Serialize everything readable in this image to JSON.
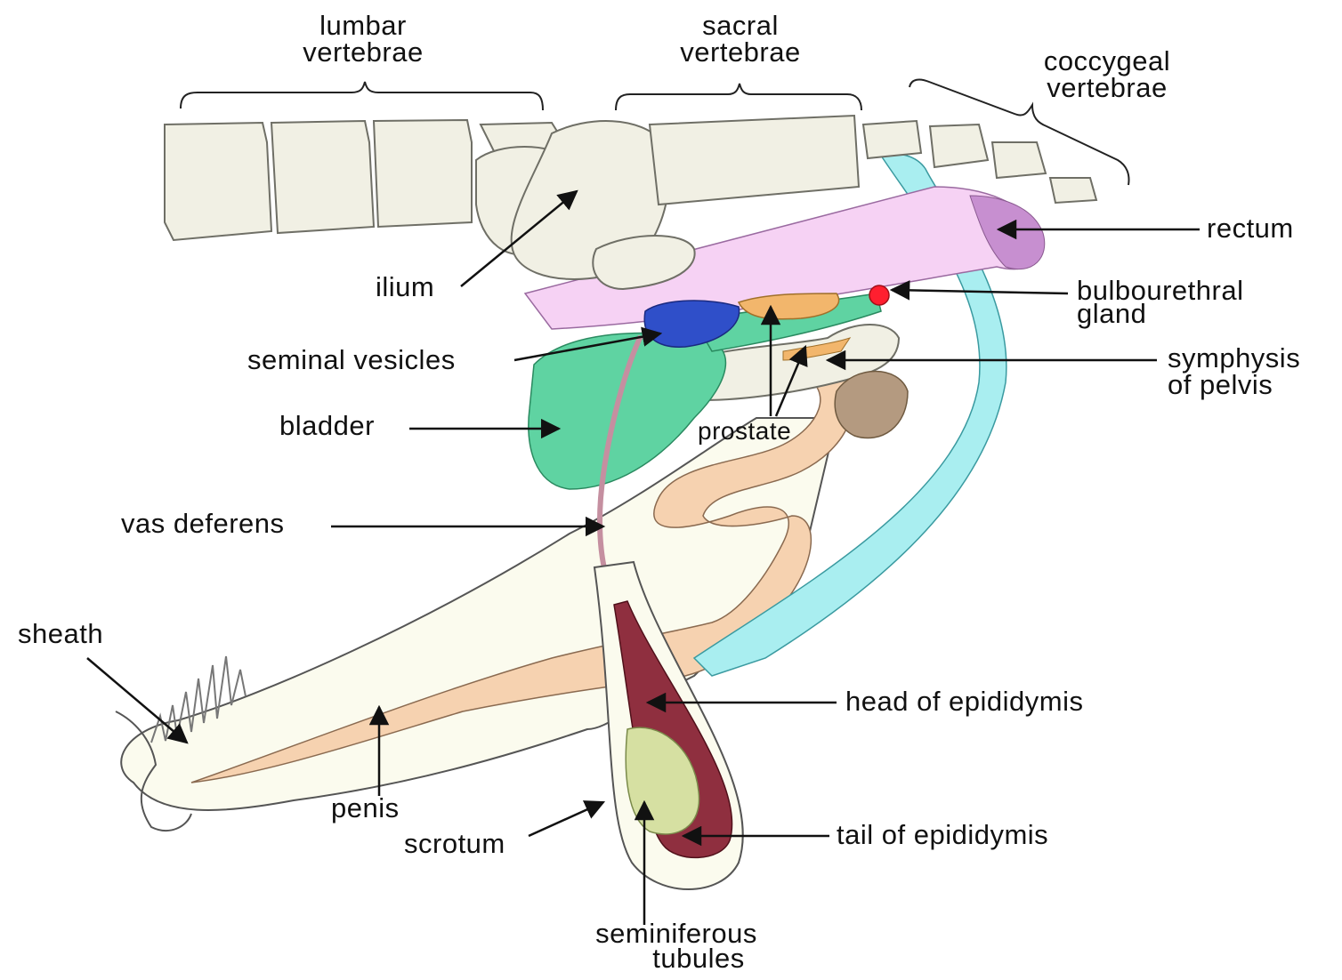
{
  "labels": {
    "lumbar_vertebrae": [
      "lumbar",
      "vertebrae"
    ],
    "sacral_vertebrae": [
      "sacral",
      "vertebrae"
    ],
    "coccygeal_vertebrae": [
      "coccygeal",
      "vertebrae"
    ],
    "rectum": "rectum",
    "ilium": "ilium",
    "bulbourethral_gland": [
      "bulbourethral",
      "gland"
    ],
    "seminal_vesicles": "seminal vesicles",
    "symphysis_of_pelvis": [
      "symphysis",
      "of pelvis"
    ],
    "bladder": "bladder",
    "prostate": "prostate",
    "vas_deferens": "vas deferens",
    "sheath": "sheath",
    "head_of_epididymis": "head of epididymis",
    "penis": "penis",
    "scrotum": "scrotum",
    "tail_of_epididymis": "tail of epididymis",
    "seminiferous_tubules": [
      "seminiferous",
      "tubules"
    ]
  },
  "colors": {
    "bone": "#f1f0e4",
    "bone_outline": "#6f6f66",
    "rectum": "#f6d2f4",
    "rectum_dark": "#c78fd0",
    "tail_blue": "#a9eef0",
    "bladder_green": "#5fd3a2",
    "seminal_blue": "#2f4fc9",
    "prostate_orange": "#f2b66c",
    "bulbourethral_red": "#ff1f2f",
    "penis_peach": "#f6d2b0",
    "vas_deferens": "#c58fa0",
    "epididymis": "#8f2f3f",
    "testis": "#d6e0a2",
    "sheath_fill": "#fbfbee",
    "pelvis_brown": "#b49a80"
  }
}
